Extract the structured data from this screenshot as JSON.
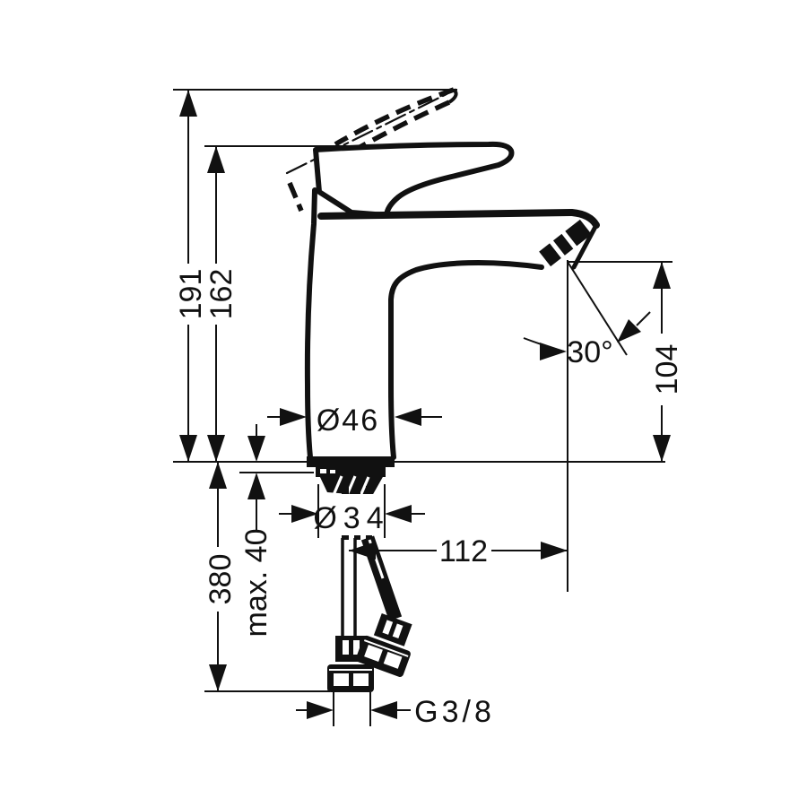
{
  "page": {
    "background": "#ffffff",
    "line_color": "#111111"
  },
  "dimensions": {
    "total_height": "191",
    "handle_height": "162",
    "hose_length": "380",
    "max_mounting_thickness": "max. 40",
    "spout_height": "104",
    "spout_reach": "112",
    "body_diameter": "Ø46",
    "shank_diameter": "Ø34",
    "outlet_angle": "30°",
    "connection_thread": "G3/8"
  }
}
